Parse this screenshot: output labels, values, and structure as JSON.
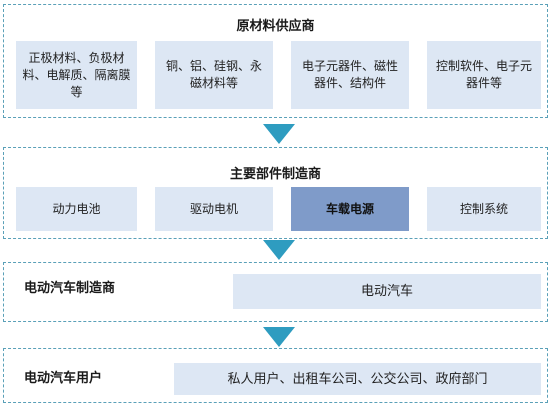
{
  "sections": [
    {
      "title": "原材料供应商",
      "items": [
        {
          "label": "正极材料、负极材料、电解质、隔离膜等"
        },
        {
          "label": "铜、铝、硅钢、永磁材料等"
        },
        {
          "label": "电子元器件、磁性器件、结构件"
        },
        {
          "label": "控制软件、电子元器件等"
        }
      ]
    },
    {
      "title": "主要部件制造商",
      "items": [
        {
          "label": "动力电池",
          "highlight": false
        },
        {
          "label": "驱动电机",
          "highlight": false
        },
        {
          "label": "车载电源",
          "highlight": true
        },
        {
          "label": "控制系统",
          "highlight": false
        }
      ]
    },
    {
      "title": "电动汽车制造商",
      "box_label": "电动汽车"
    },
    {
      "title": "电动汽车用户",
      "box_label": "私人用户、出租车公司、公交公司、政府部门"
    }
  ],
  "colors": {
    "border": "#5aa0b8",
    "box_fill": "#dde7f4",
    "highlight_fill": "#7f9bc9",
    "arrow": "#2e9cc0"
  }
}
